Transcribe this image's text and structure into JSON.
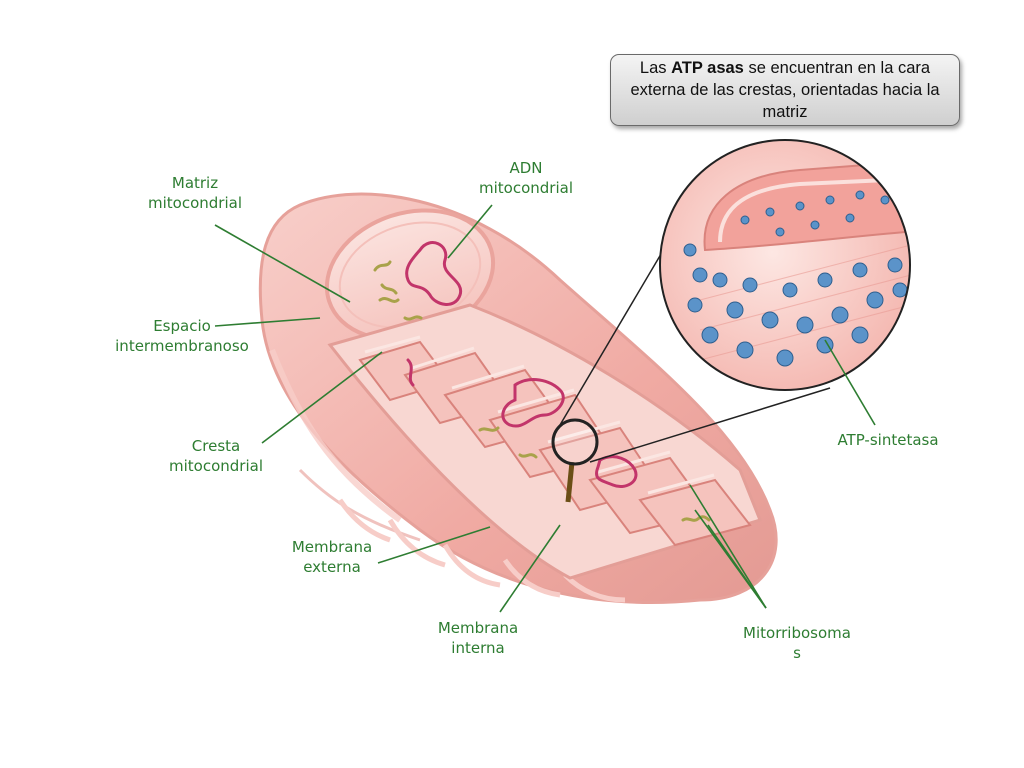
{
  "callout": {
    "prefix": "Las ",
    "bold": "ATP asas",
    "suffix": " se encuentran en la cara externa de las crestas, orientadas hacia la matriz"
  },
  "labels": {
    "matriz": [
      "Matriz",
      "mitocondrial"
    ],
    "adn": [
      "ADN",
      "mitocondrial"
    ],
    "espacio": [
      "Espacio",
      "intermembranoso"
    ],
    "cresta": [
      "Cresta",
      "mitocondrial"
    ],
    "membrana_externa": [
      "Membrana",
      "externa"
    ],
    "membrana_interna": [
      "Membrana",
      "interna"
    ],
    "mitorribosomas": [
      "Mitorribosoma",
      "s"
    ],
    "atp_sintetasa": "ATP-sintetasa"
  },
  "colors": {
    "label_text": "#2e7d32",
    "leader_line": "#2e7d32",
    "membrane": "#f2b3ad",
    "membrane_dark": "#d9837c",
    "dna": "#c2356a",
    "ribosome": "#a9a24a",
    "atp_synthase": "#5b93c9"
  },
  "icons": {
    "magnifier": "magnifier-icon"
  }
}
